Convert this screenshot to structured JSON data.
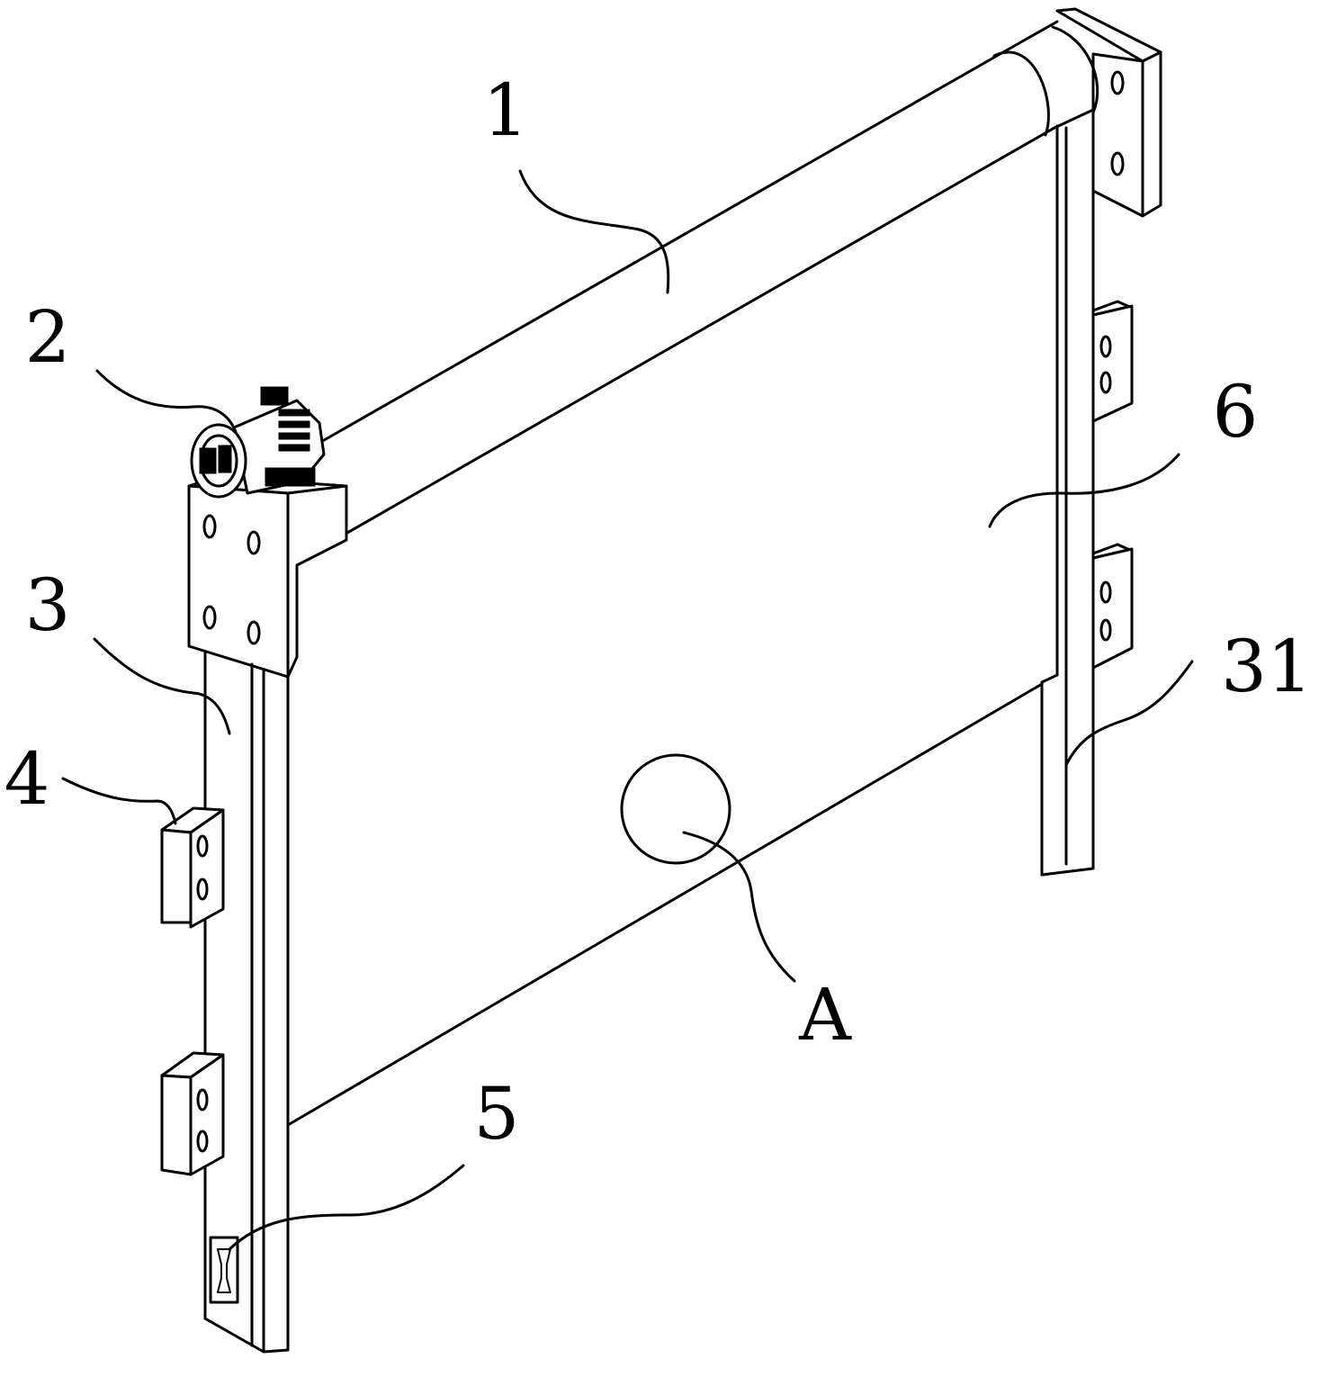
{
  "figure": {
    "callouts": [
      {
        "id": "roller",
        "label": "1"
      },
      {
        "id": "motor",
        "label": "2"
      },
      {
        "id": "guide-rail",
        "label": "3"
      },
      {
        "id": "mounting-bracket",
        "label": "4"
      },
      {
        "id": "sensor",
        "label": "5"
      },
      {
        "id": "blind-fabric",
        "label": "6"
      },
      {
        "id": "rail-groove",
        "label": "31"
      },
      {
        "id": "detail",
        "label": "A"
      }
    ]
  }
}
